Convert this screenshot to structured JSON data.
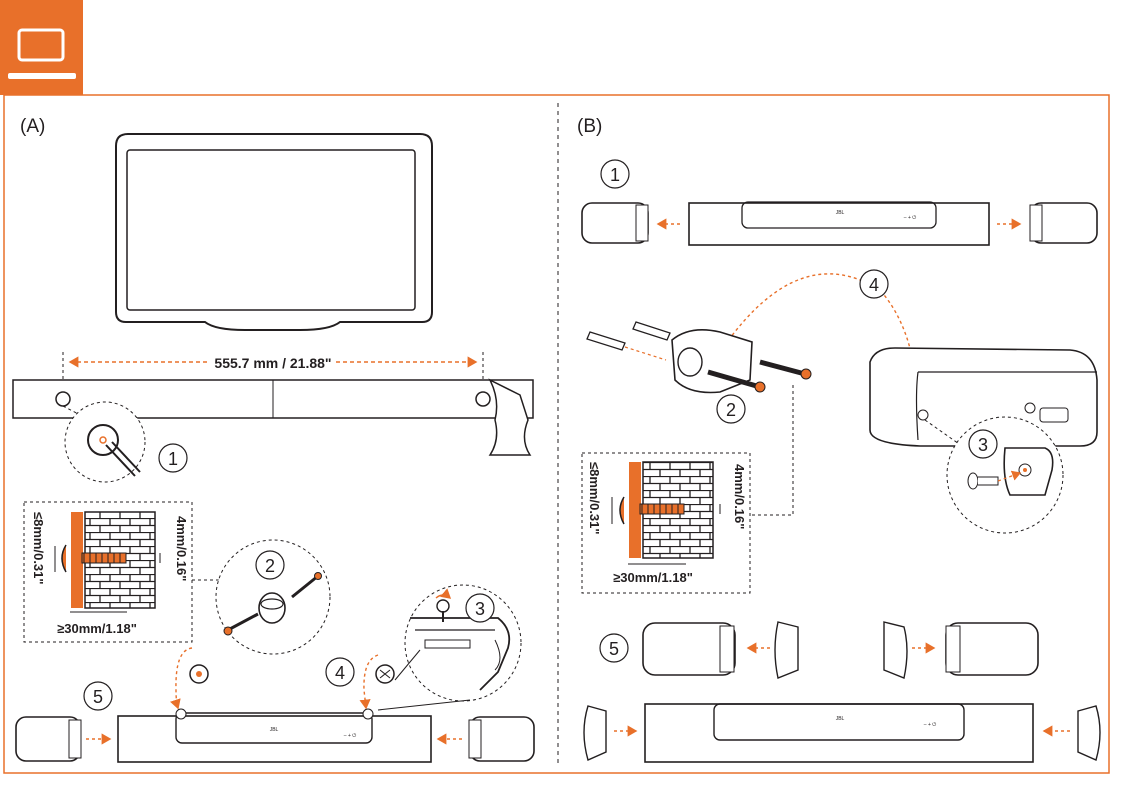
{
  "header": {
    "icon": "tv-icon",
    "accent_color": "#e8702a"
  },
  "colors": {
    "accent": "#e8702a",
    "line": "#231f20",
    "border": "#e8702a"
  },
  "panel_a": {
    "label": "(A)",
    "dimension": "555.7 mm / 21.88\"",
    "steps": [
      "1",
      "2",
      "3",
      "4",
      "5"
    ],
    "wall_detail": {
      "depth_label": "≤8mm/0.31\"",
      "screw_label": "4mm/0.16\"",
      "length_label": "≥30mm/1.18\""
    }
  },
  "panel_b": {
    "label": "(B)",
    "steps": [
      "1",
      "2",
      "3",
      "4",
      "5"
    ],
    "wall_detail": {
      "depth_label": "≤8mm/0.31\"",
      "screw_label": "4mm/0.16\"",
      "length_label": "≥30mm/1.18\""
    }
  }
}
